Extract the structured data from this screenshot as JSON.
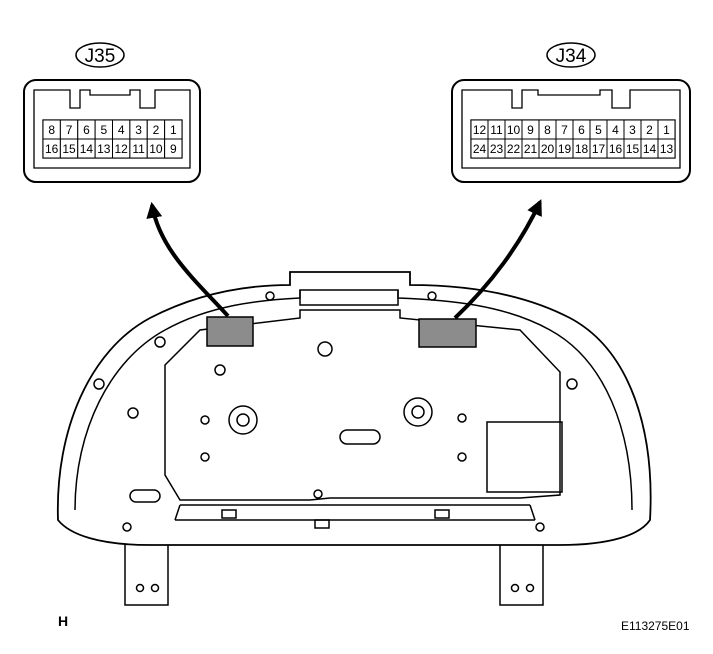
{
  "connectors": {
    "j35": {
      "label": "J35",
      "top_row": [
        "8",
        "7",
        "6",
        "5",
        "4",
        "3",
        "2",
        "1"
      ],
      "bottom_row": [
        "16",
        "15",
        "14",
        "13",
        "12",
        "11",
        "10",
        "9"
      ]
    },
    "j34": {
      "label": "J34",
      "top_row": [
        "12",
        "11",
        "10",
        "9",
        "8",
        "7",
        "6",
        "5",
        "4",
        "3",
        "2",
        "1"
      ],
      "bottom_row": [
        "24",
        "23",
        "22",
        "21",
        "20",
        "19",
        "18",
        "17",
        "16",
        "15",
        "14",
        "13"
      ]
    }
  },
  "corner_letter": "H",
  "figure_code": "E113275E01",
  "colors": {
    "line": "#000000",
    "connector_fill": "#8c8c8c",
    "background": "#ffffff"
  }
}
